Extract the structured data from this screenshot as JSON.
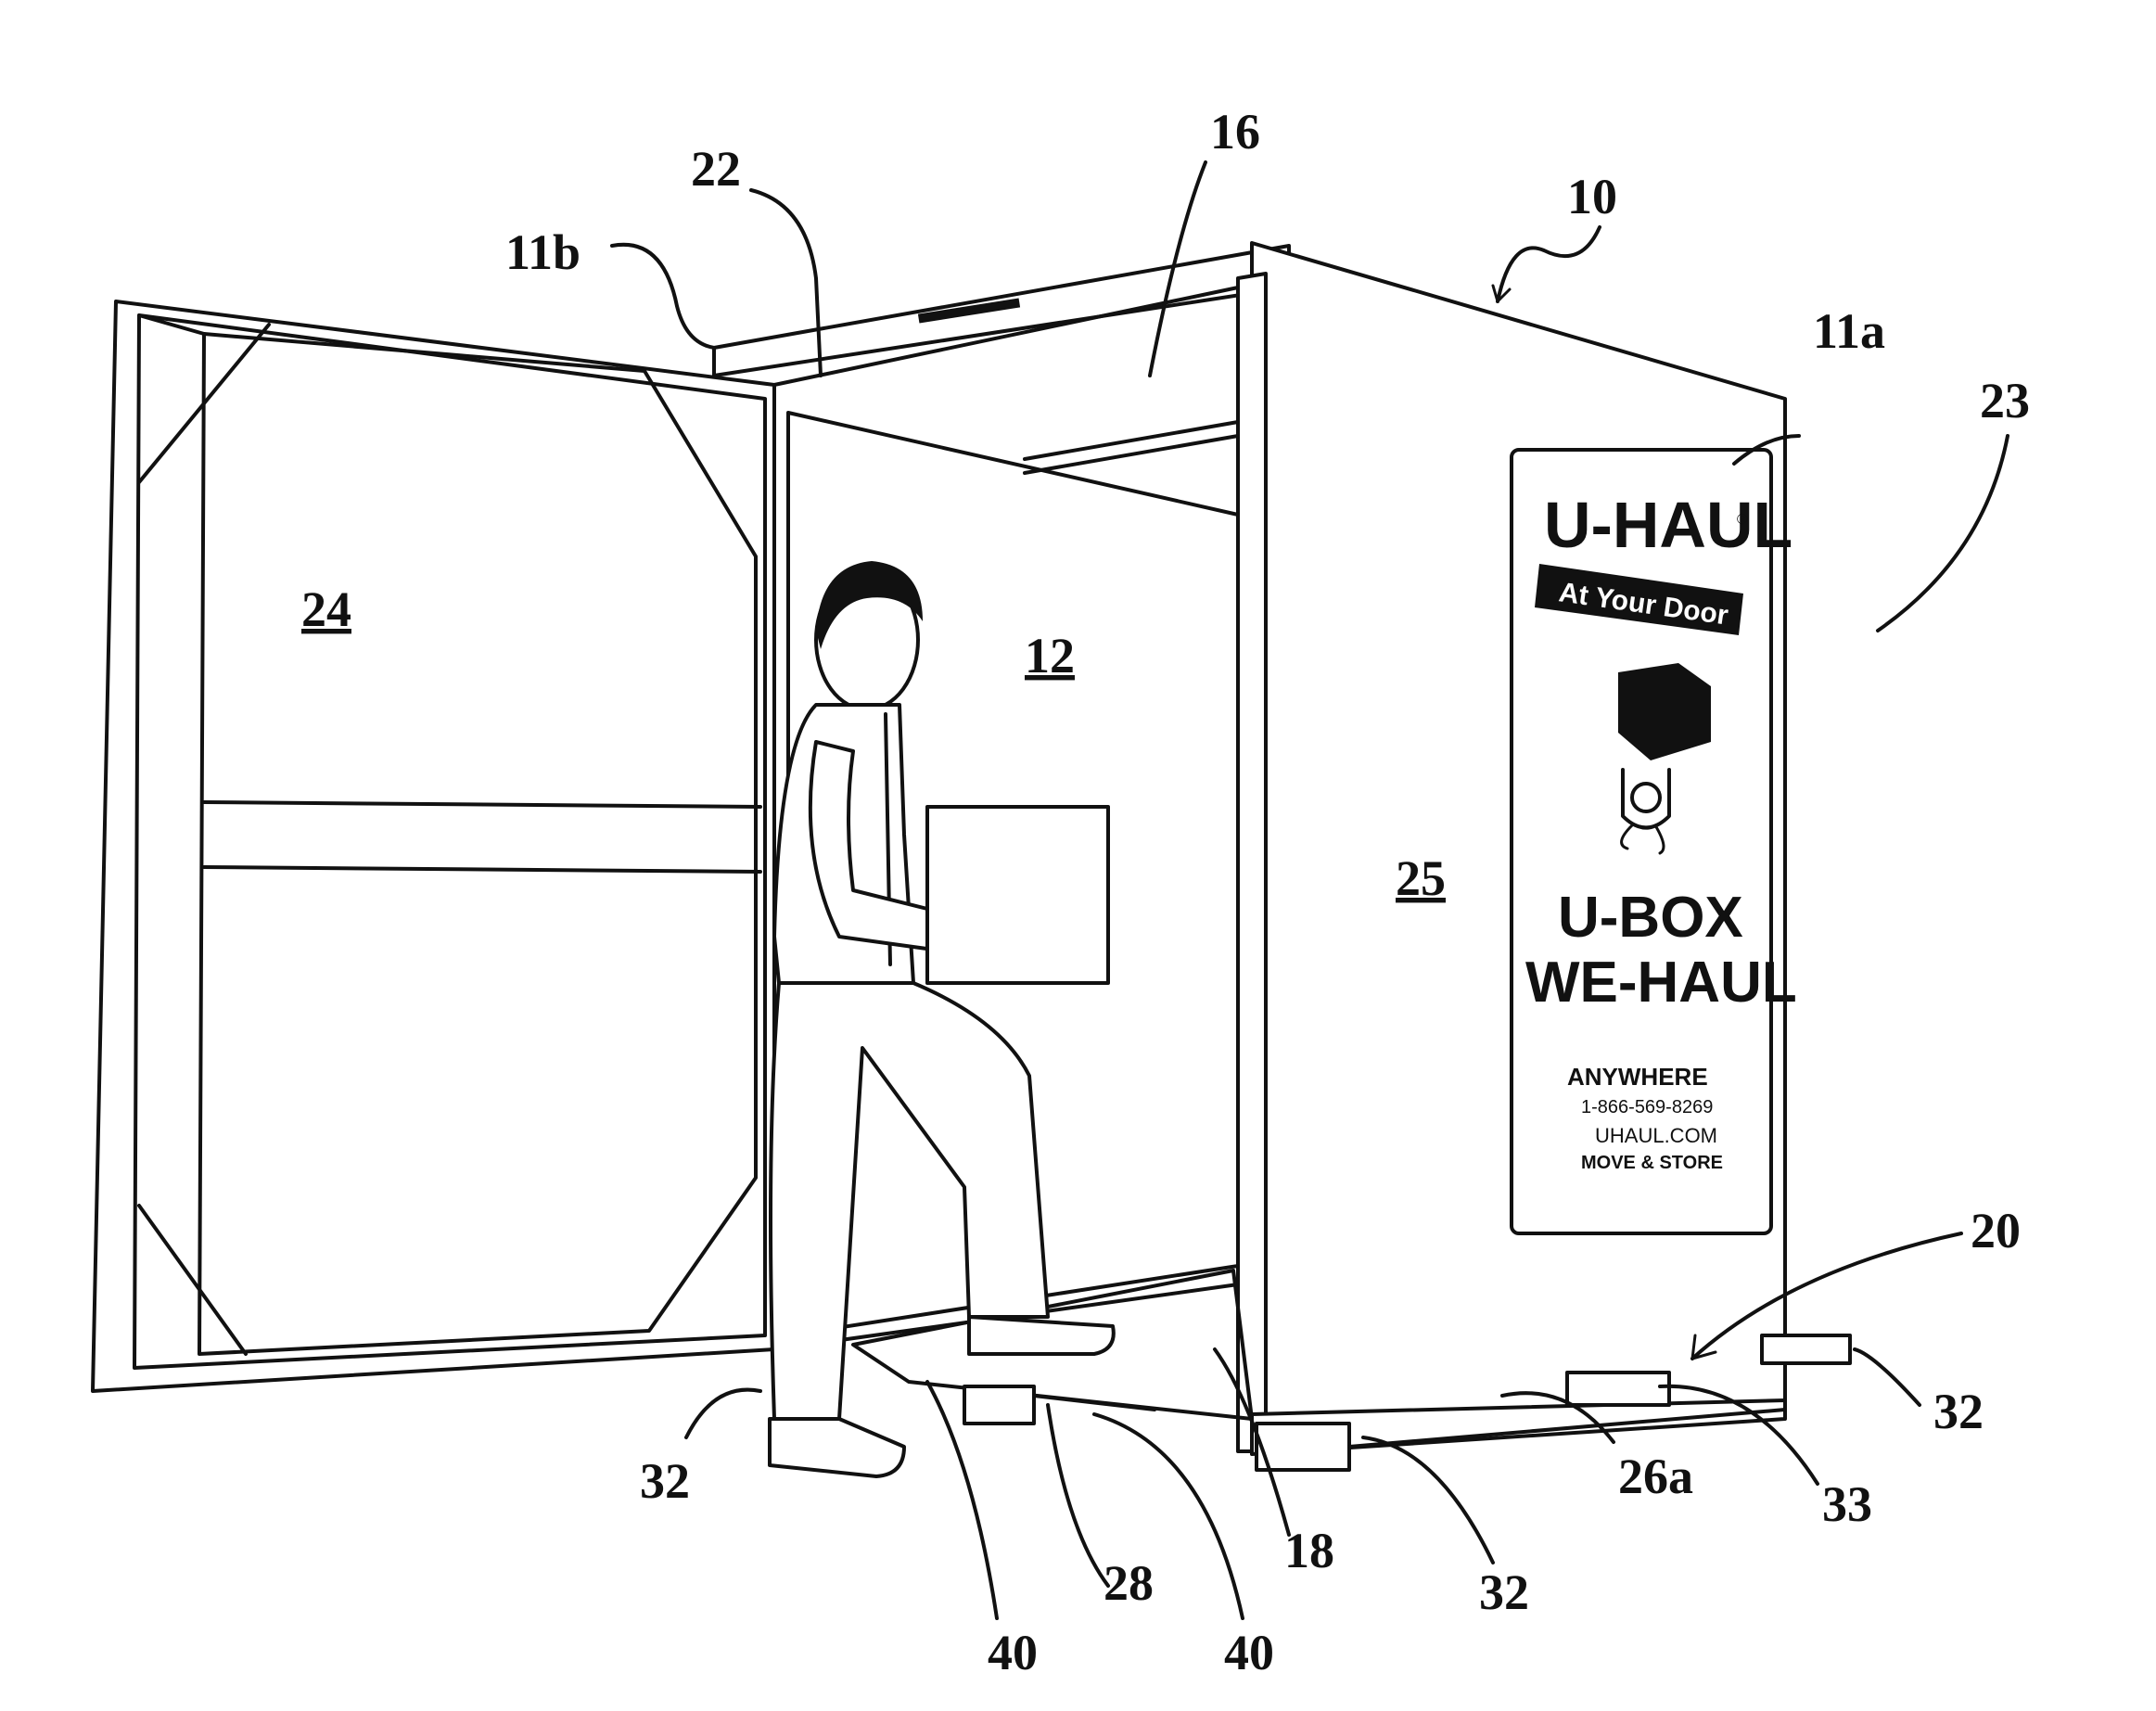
{
  "reference_labels": [
    "10",
    "11a",
    "11b",
    "12",
    "16",
    "18",
    "20",
    "22",
    "23",
    "24",
    "25",
    "26a",
    "28",
    "32",
    "33",
    "40"
  ],
  "labels": {
    "ref_10": "10",
    "ref_11a": "11a",
    "ref_11b": "11b",
    "ref_12": "12",
    "ref_16": "16",
    "ref_18": "18",
    "ref_20": "20",
    "ref_22": "22",
    "ref_23": "23",
    "ref_24": "24",
    "ref_25": "25",
    "ref_26a": "26a",
    "ref_28": "28",
    "ref_32": "32",
    "ref_33": "33",
    "ref_40": "40"
  },
  "sign": {
    "brand": "U-HAUL",
    "registered": "®",
    "tagline": "At Your Door",
    "product_line1": "U-BOX",
    "product_line2": "WE-HAUL",
    "headline": "ANYWHERE",
    "phone": "1-866-569-8269",
    "website": "UHAUL.COM",
    "slogan": "MOVE & STORE"
  },
  "colors": {
    "line": "#111111",
    "background": "#ffffff"
  }
}
